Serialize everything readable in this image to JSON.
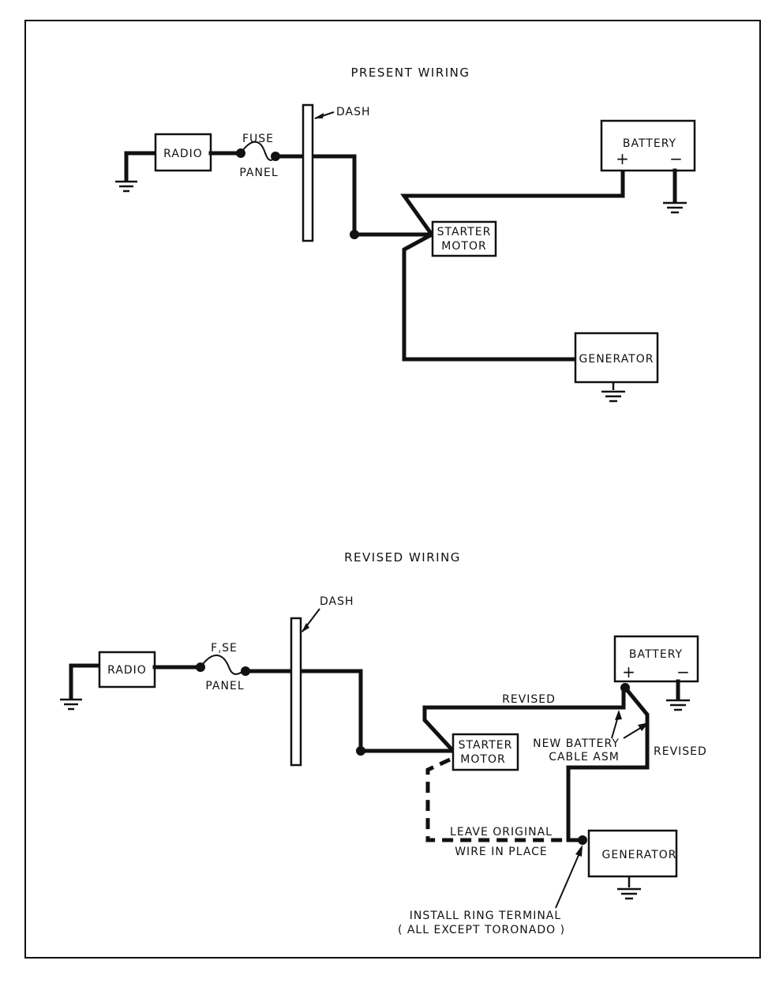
{
  "present": {
    "title": "PRESENT WIRING",
    "radio": "RADIO",
    "fuse": "FUSE",
    "panel": "PANEL",
    "dash": "DASH",
    "battery": "BATTERY",
    "battery_pos": "+",
    "battery_neg": "−",
    "starter_line1": "STARTER",
    "starter_line2": "MOTOR",
    "generator": "GENERATOR"
  },
  "revised": {
    "title": "REVISED WIRING",
    "radio": "RADIO",
    "fuse": "FˌSE",
    "panel": "PANEL",
    "dash": "DASH",
    "battery": "BATTERY",
    "battery_pos": "+",
    "battery_neg": "−",
    "starter_line1": "STARTER",
    "starter_line2": "MOTOR",
    "generator": "GENERATOR",
    "revised_top": "REVISED",
    "revised_right": "REVISED",
    "new_cable_line1": "NEW BATTERY",
    "new_cable_line2": "CABLE ASM",
    "leave_line1": "LEAVE ORIGINAL",
    "leave_line2": "WIRE IN PLACE",
    "install_line1": "INSTALL RING TERMINAL",
    "install_line2": "( ALL EXCEPT TORONADO )"
  }
}
